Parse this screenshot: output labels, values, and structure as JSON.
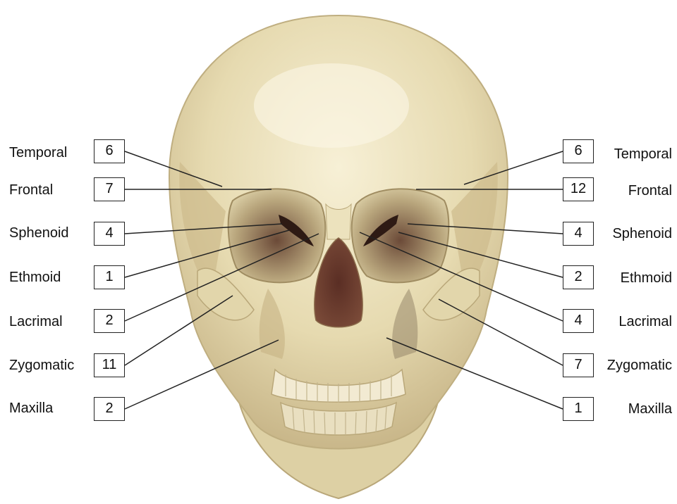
{
  "left": [
    {
      "bone": "Temporal",
      "count": "6"
    },
    {
      "bone": "Frontal",
      "count": "7"
    },
    {
      "bone": "Sphenoid",
      "count": "4"
    },
    {
      "bone": "Ethmoid",
      "count": "1"
    },
    {
      "bone": "Lacrimal",
      "count": "2"
    },
    {
      "bone": "Zygomatic",
      "count": "11"
    },
    {
      "bone": "Maxilla",
      "count": "2"
    }
  ],
  "right": [
    {
      "bone": "Temporal",
      "count": "6"
    },
    {
      "bone": "Frontal",
      "count": "12"
    },
    {
      "bone": "Sphenoid",
      "count": "4"
    },
    {
      "bone": "Ethmoid",
      "count": "2"
    },
    {
      "bone": "Lacrimal",
      "count": "4"
    },
    {
      "bone": "Zygomatic",
      "count": "7"
    },
    {
      "bone": "Maxilla",
      "count": "1"
    }
  ],
  "colors": {
    "bone": "#e9dfb8",
    "shadow": "#b9a779",
    "cavity": "#4a2a22",
    "line": "#222222"
  }
}
